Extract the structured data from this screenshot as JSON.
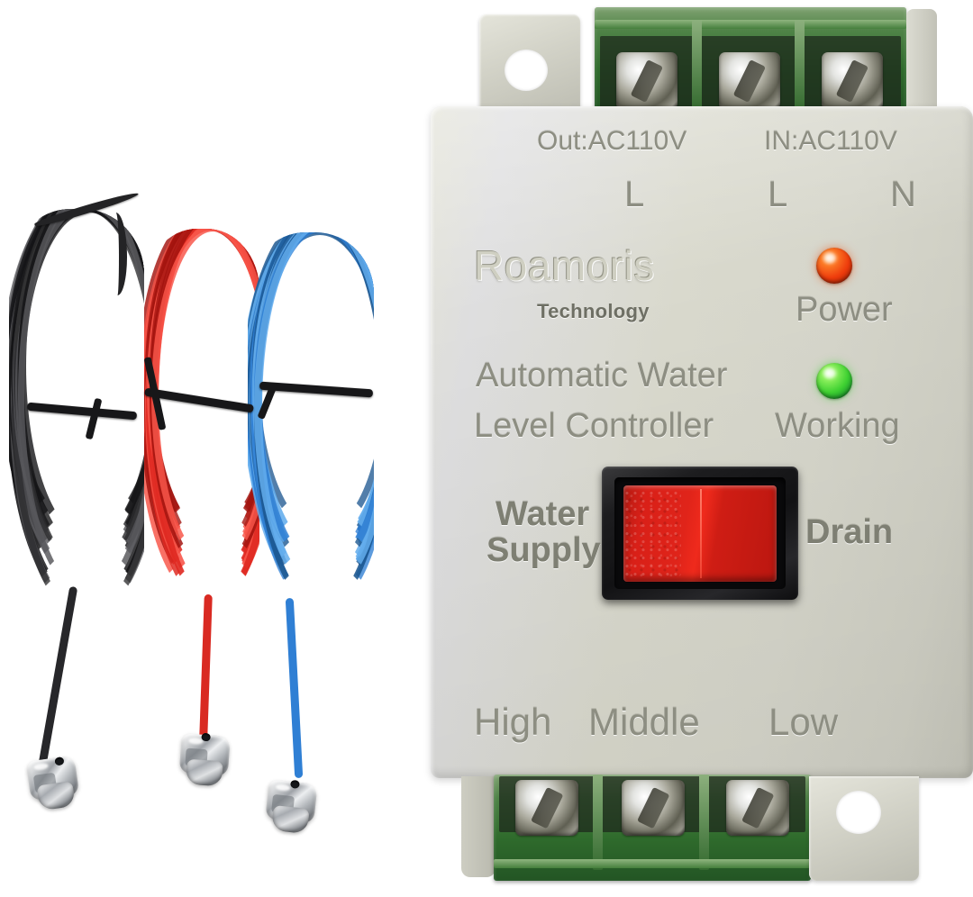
{
  "product": {
    "name": "Automatic Water Level Controller",
    "brand": "Roamoris",
    "brand_sub": "Technology",
    "body_color": "#d9d9cd",
    "accent_red": "#d92018",
    "accent_green": "#45c23a",
    "accent_orange": "#f04e14"
  },
  "device": {
    "top_terminal_labels": {
      "out_group": "Out:AC110V",
      "in_group": "IN:AC110V",
      "terminals": [
        "L",
        "L",
        "N"
      ]
    },
    "title_lines": [
      "Automatic Water",
      "Level Controller"
    ],
    "indicators": [
      {
        "label": "Power",
        "color": "#f04e14",
        "state": "on"
      },
      {
        "label": "Working",
        "color": "#45c23a",
        "state": "on"
      }
    ],
    "switch": {
      "left_label_line1": "Water",
      "left_label_line2": "Supply",
      "right_label": "Drain",
      "color": "#d92018",
      "position": "center"
    },
    "bottom_terminal_labels": [
      "High",
      "Middle",
      "Low"
    ]
  },
  "accessories": {
    "wire_coils": [
      {
        "name": "black-sensor-wire",
        "color": "#2c2c2e",
        "tie": "zip-tie"
      },
      {
        "name": "red-sensor-wire",
        "color": "#e02a22",
        "tie": "zip-tie"
      },
      {
        "name": "blue-sensor-wire",
        "color": "#2f7fd4",
        "tie": "zip-tie"
      }
    ],
    "probes": [
      {
        "name": "float-probe-black",
        "finish": "stainless-steel"
      },
      {
        "name": "float-probe-red",
        "finish": "stainless-steel"
      },
      {
        "name": "float-probe-blue",
        "finish": "stainless-steel"
      }
    ]
  }
}
